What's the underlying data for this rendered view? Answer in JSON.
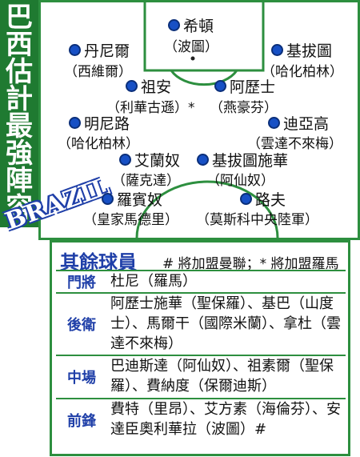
{
  "title": [
    "巴",
    "西",
    "估",
    "計",
    "最",
    "強",
    "陣",
    "容"
  ],
  "brazil_banner": "BRAZIL",
  "colors": {
    "green": "#2d8f3f",
    "blue_text": "#1f3fa8",
    "player_dot": "#1750c5"
  },
  "players": [
    {
      "name": "希頓",
      "club": "（波圖）"
    },
    {
      "name": "丹尼爾",
      "club": "（西維爾）"
    },
    {
      "name": "基拔圖",
      "club": "（哈化柏林）"
    },
    {
      "name": "祖安",
      "club": "（利華古遜）*"
    },
    {
      "name": "阿歷士",
      "club": "（燕豪芬）"
    },
    {
      "name": "明尼路",
      "club": "（哈化柏林）"
    },
    {
      "name": "迪亞高",
      "club": "（雲達不來梅）"
    },
    {
      "name": "艾蘭奴",
      "club": "（薩克達）"
    },
    {
      "name": "基拔圖施華",
      "club": "（阿仙奴）"
    },
    {
      "name": "羅賓奴",
      "club": "（皇家馬德里）"
    },
    {
      "name": "路夫",
      "club": "（莫斯科中央陸軍）"
    }
  ],
  "reserves": {
    "heading": "其餘球員",
    "note": "# 將加盟曼聯；* 將加盟羅馬",
    "rows": [
      {
        "label": "門將",
        "text": "杜尼（羅馬）"
      },
      {
        "label": "後衛",
        "text": "阿歷士施華（聖保羅）、基巴（山度士）、馬爾干（國際米蘭）、拿杜（雲達不來梅）"
      },
      {
        "label": "中場",
        "text": "巴迪斯達（阿仙奴）、祖素爾（聖保羅）、費納度（保爾迪斯）"
      },
      {
        "label": "前鋒",
        "text": "費特（里昂）、艾方素（海倫芬）、安達臣奧利華拉（波圖）#"
      }
    ]
  }
}
